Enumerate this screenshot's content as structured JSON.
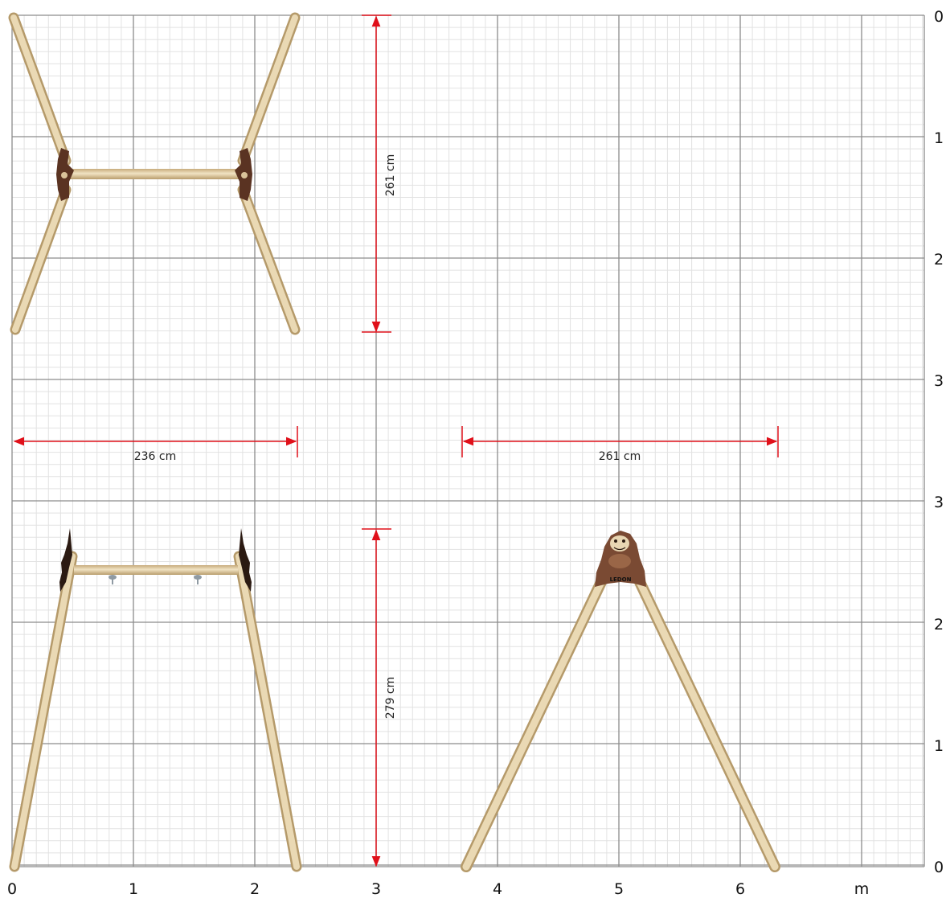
{
  "axes": {
    "x_ticks": [
      "0",
      "1",
      "2",
      "3",
      "4",
      "5",
      "6",
      "m"
    ],
    "y_ticks": [
      "0",
      "1",
      "2",
      "3",
      "3",
      "2",
      "1",
      "0"
    ]
  },
  "dimensions": {
    "top_view_depth": "261 cm",
    "front_width": "236 cm",
    "side_width": "261 cm",
    "height": "279 cm"
  },
  "logo_text": "LEDON",
  "colors": {
    "grid_minor": "#e2e2e2",
    "grid_major": "#8c8c8c",
    "dimension": "#e0101a",
    "wood_light": "#ecdcb8",
    "wood_dark": "#c2a676",
    "bracket": "#5a3322",
    "monkey": "#7a4a33"
  }
}
